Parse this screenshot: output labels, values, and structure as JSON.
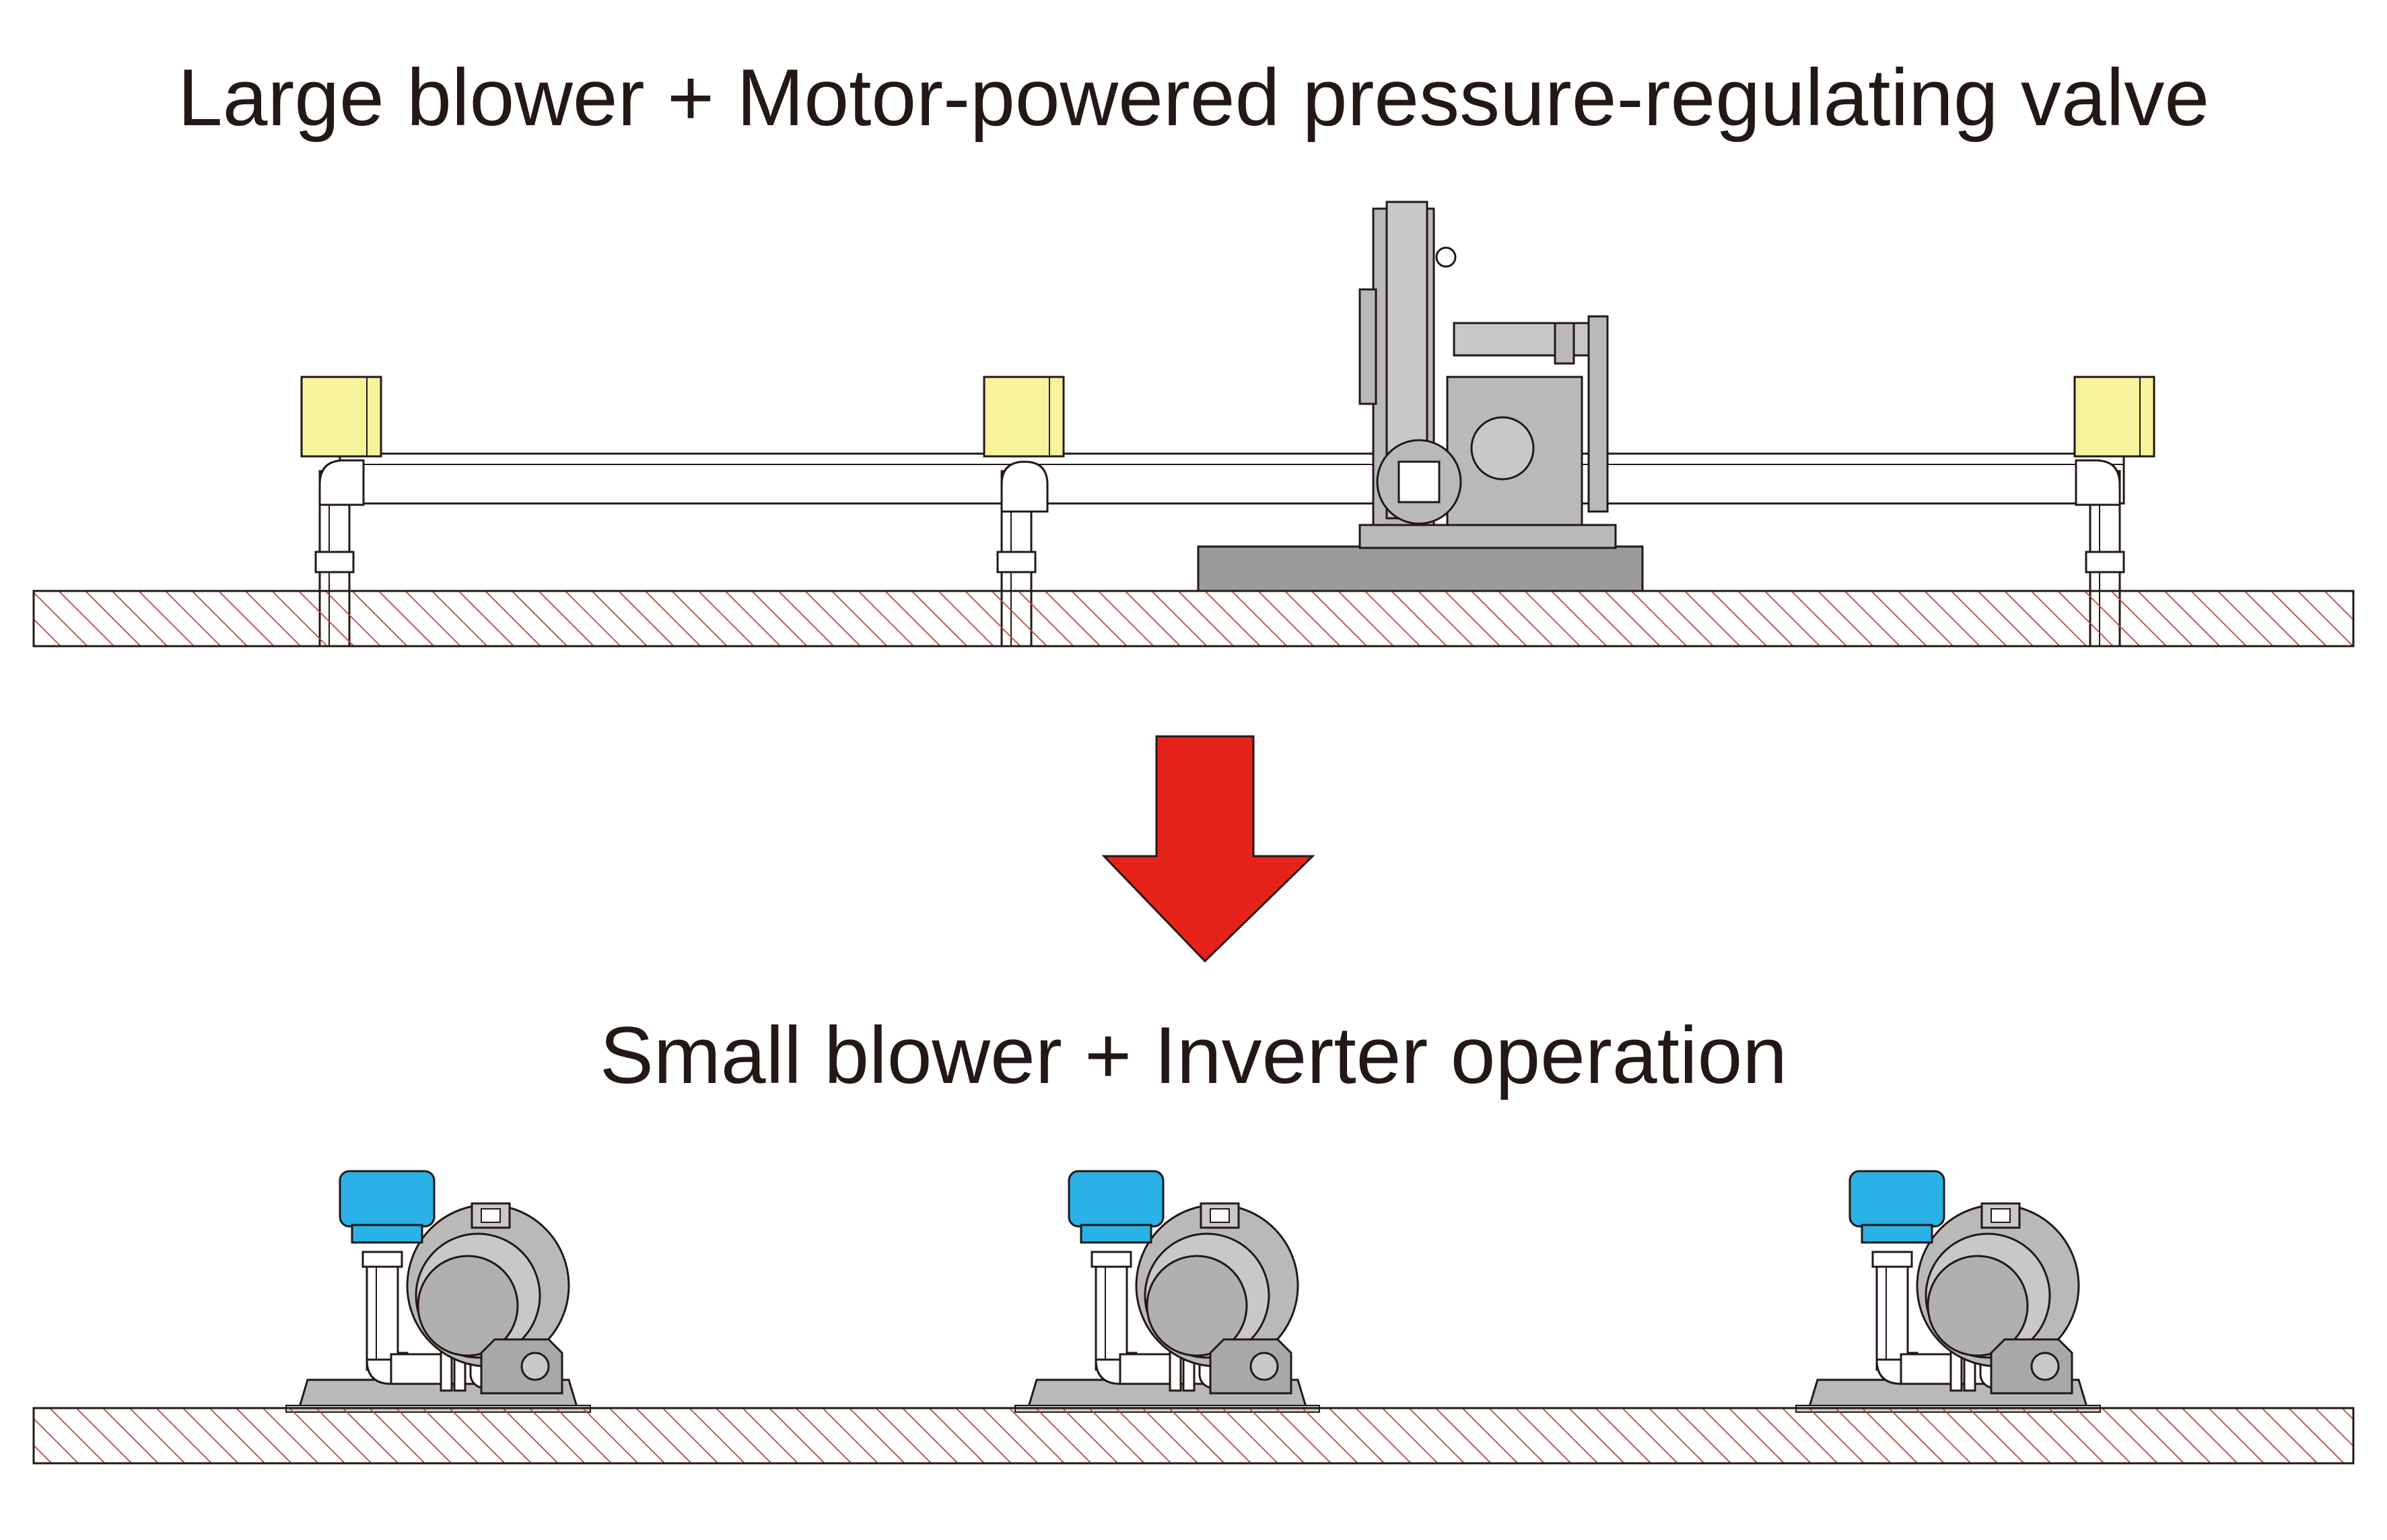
{
  "diagram": {
    "before": {
      "title": "Large blower + Motor-powered pressure-regulating valve",
      "equipment": [
        "large-blower",
        "motor-powered-valve",
        "motor-powered-valve",
        "motor-powered-valve"
      ]
    },
    "transition_icon": "arrow-down-icon",
    "after": {
      "title": "Small blower + Inverter operation",
      "equipment": [
        "small-blower",
        "small-blower",
        "small-blower"
      ]
    }
  },
  "colors": {
    "valve_yellow": "#f7f29c",
    "inverter_blue": "#2ab1e6",
    "arrow_red": "#e6231a",
    "machine_gray": "#b9b9b9",
    "base_gray": "#9a9a9a",
    "hatch_brown": "#b04a38",
    "text_dark": "#231815"
  }
}
